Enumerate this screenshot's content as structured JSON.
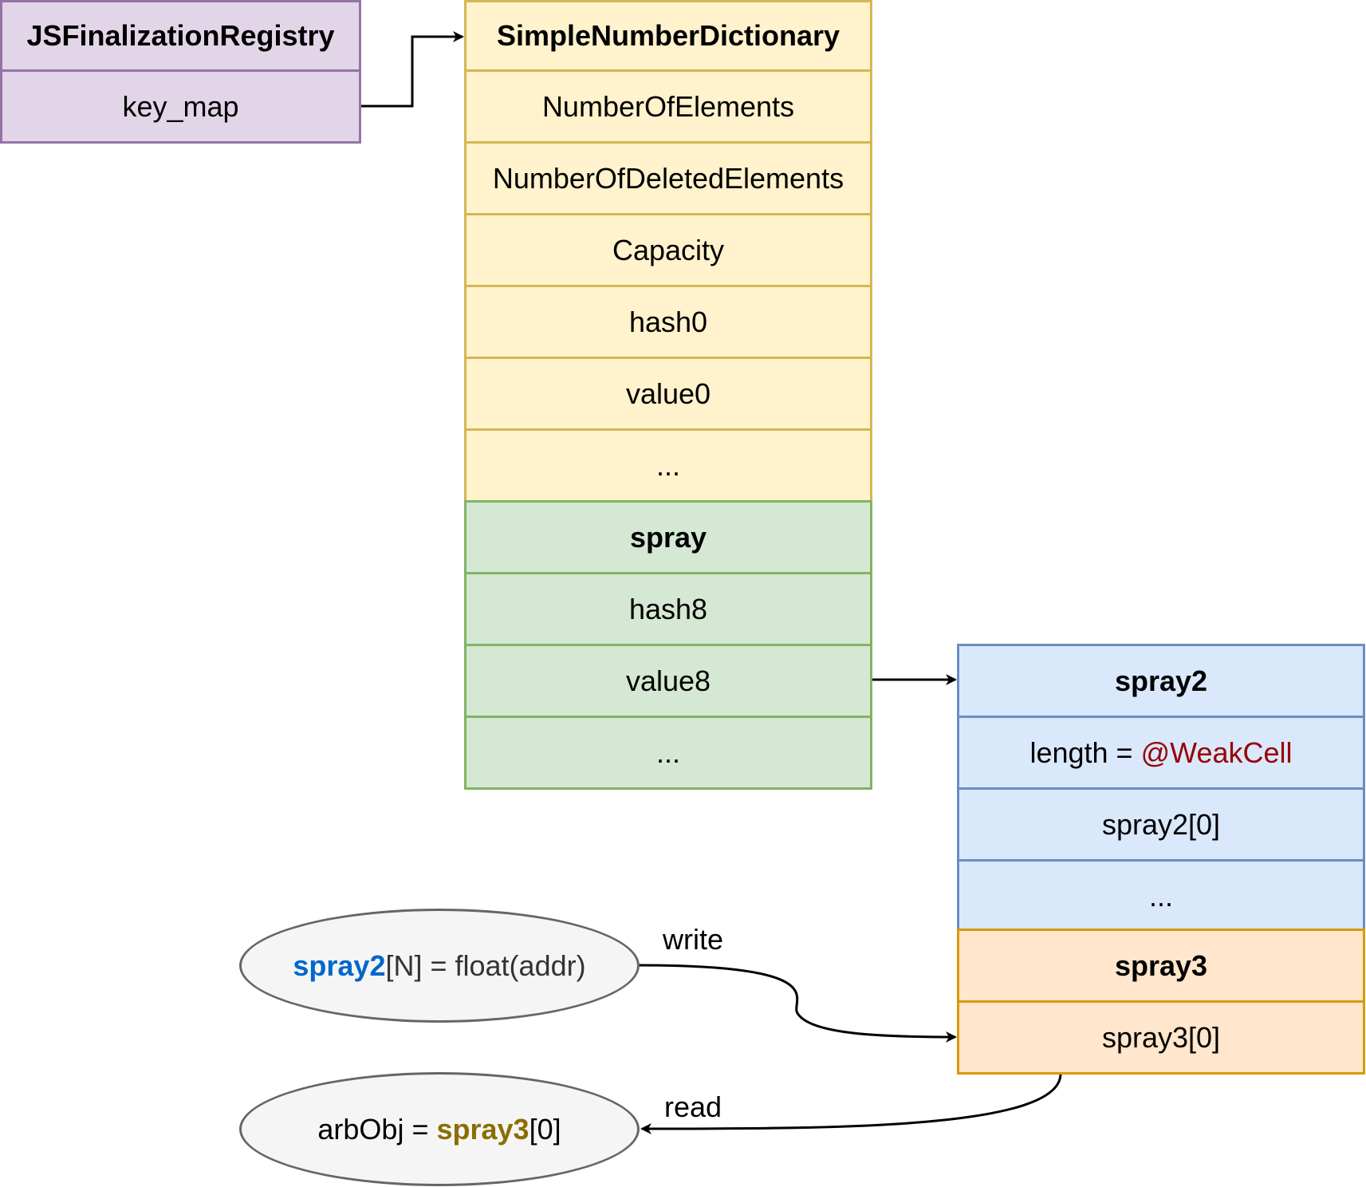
{
  "registry": {
    "title": "JSFinalizationRegistry",
    "field": "key_map"
  },
  "dictionary": {
    "title": "SimpleNumberDictionary",
    "rows": [
      "NumberOfElements",
      "NumberOfDeletedElements",
      "Capacity",
      "hash0",
      "value0",
      "..."
    ]
  },
  "spray": {
    "title": "spray",
    "rows": [
      "hash8",
      "value8",
      "..."
    ]
  },
  "spray2": {
    "title": "spray2",
    "length_prefix": "length = ",
    "length_value": "@WeakCell",
    "rows": [
      "spray2[0]",
      "..."
    ]
  },
  "spray3": {
    "title": "spray3",
    "rows": [
      "spray3[0]"
    ]
  },
  "write_op": {
    "var": "spray2",
    "rest": "[N] = float(addr)"
  },
  "read_op": {
    "prefix": "arbObj = ",
    "var": "spray3",
    "rest": "[0]"
  },
  "edge_labels": {
    "write": "write",
    "read": "read"
  },
  "colors": {
    "purple_fill": "#e1d5e7",
    "yellow_fill": "#fff2cc",
    "green_fill": "#d5e8d4",
    "blue_fill": "#dae8fc",
    "orange_fill": "#ffe6cc",
    "weakcell_text": "#990000",
    "spray2_text": "#0066cc",
    "spray3_text": "#8c6d00"
  }
}
